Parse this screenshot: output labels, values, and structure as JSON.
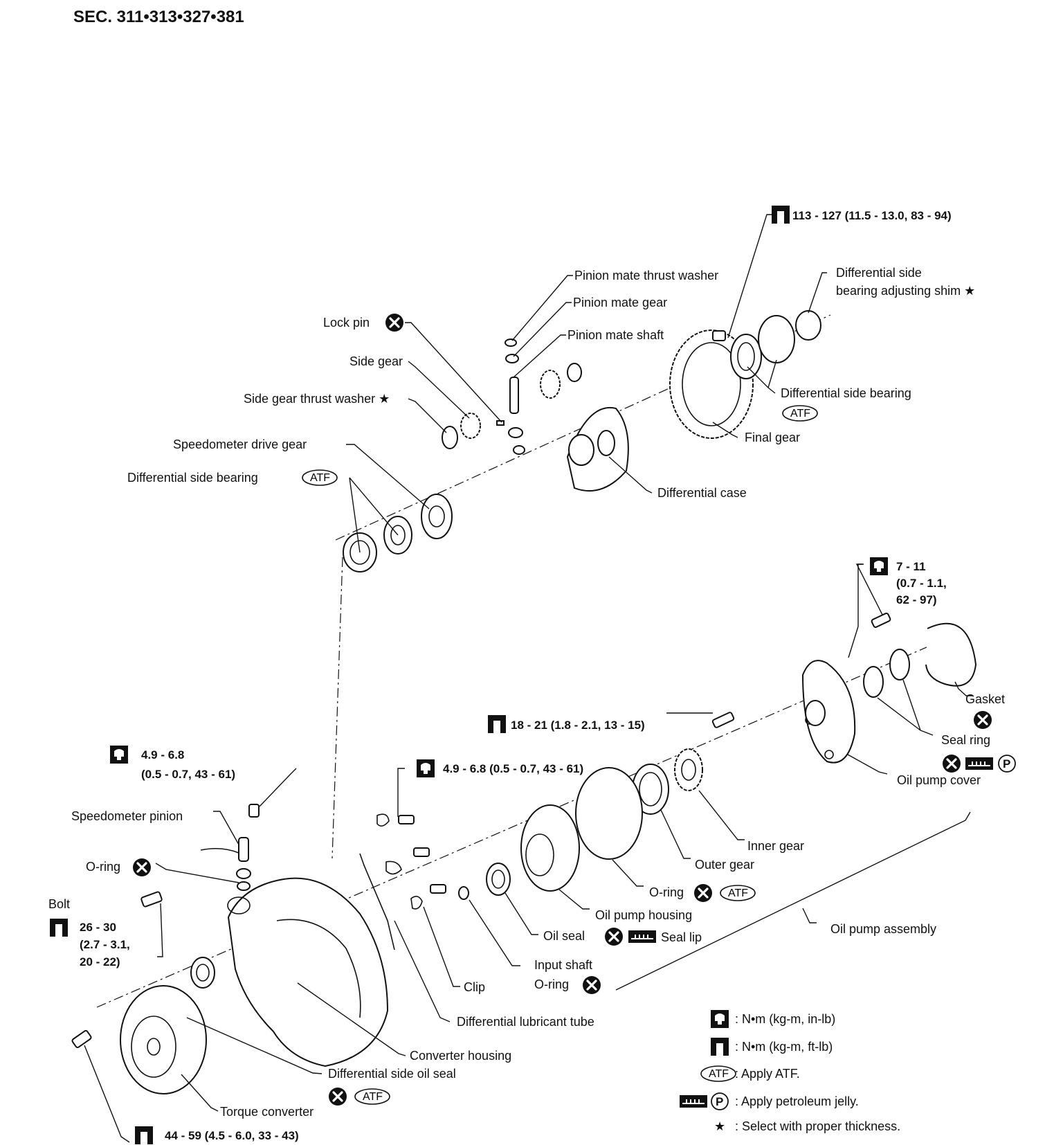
{
  "header": {
    "section": "SEC. 311•313•327•381"
  },
  "labels": {
    "diff_top_torque": "113 - 127 (11.5 - 13.0, 83 - 94)",
    "pinion_mate_thrust_washer": "Pinion mate thrust washer",
    "pinion_mate_gear": "Pinion mate gear",
    "pinion_mate_shaft": "Pinion mate shaft",
    "lock_pin": "Lock pin",
    "side_gear": "Side gear",
    "side_gear_thrust_washer": "Side gear thrust washer ★",
    "speedometer_drive_gear": "Speedometer drive gear",
    "diff_side_bearing_left": "Differential side bearing",
    "diff_side_bearing_shim_1": "Differential side",
    "diff_side_bearing_shim_2": "bearing adjusting shim ★",
    "diff_side_bearing_right": "Differential side bearing",
    "final_gear": "Final gear",
    "differential_case": "Differential case",
    "pump_bolt_torque_1": "7 - 11",
    "pump_bolt_torque_2": "(0.7 - 1.1,",
    "pump_bolt_torque_3": "62 - 97)",
    "gasket": "Gasket",
    "pump_cover_bolt_torque": "18 - 21 (1.8 - 2.1, 13 - 15)",
    "seal_ring": "Seal ring",
    "oil_pump_cover": "Oil pump cover",
    "speedo_torque_1": "4.9  -  6.8",
    "speedo_torque_2": "(0.5  -  0.7,  43  -  61)",
    "clip_bolt_torque": "4.9 - 6.8 (0.5 - 0.7, 43 - 61)",
    "speedometer_pinion": "Speedometer pinion",
    "o_ring_left": "O-ring",
    "inner_gear": "Inner gear",
    "outer_gear": "Outer gear",
    "o_ring_mid": "O-ring",
    "oil_pump_housing": "Oil pump housing",
    "oil_pump_assembly": "Oil pump assembly",
    "bolt": "Bolt",
    "bolt_torque_1": "26 - 30",
    "bolt_torque_2": "(2.7 - 3.1,",
    "bolt_torque_3": "20 - 22)",
    "oil_seal": "Oil seal",
    "seal_lip": "Seal lip",
    "input_shaft_1": "Input shaft",
    "input_shaft_2": "O-ring",
    "clip": "Clip",
    "diff_lubricant_tube": "Differential lubricant tube",
    "converter_housing": "Converter housing",
    "diff_side_oil_seal": "Differential side oil seal",
    "torque_converter": "Torque converter",
    "converter_bolt_torque": "44  -  59  (4.5  -  6.0,  33  -  43)"
  },
  "symbols": {
    "atf_text": "ATF",
    "petroleum_text": "P"
  },
  "legend": {
    "nm_inlb": ":  N•m  (kg-m,  in-lb)",
    "nm_ftlb": ":  N•m  (kg-m,  ft-lb)",
    "apply_atf": ":  Apply  ATF.",
    "apply_jelly": ":  Apply  petroleum  jelly.",
    "star": "★",
    "select_thickness": ":  Select  with  proper  thickness."
  }
}
